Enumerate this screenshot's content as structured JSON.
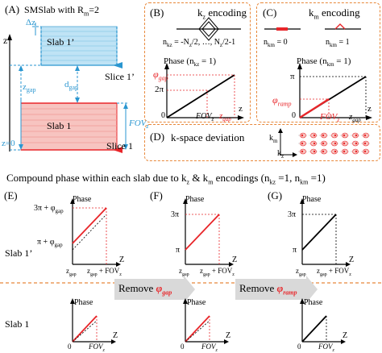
{
  "panels": {
    "A": {
      "label": "(A)",
      "title": "SMSlab with R",
      "title_sub": "m",
      "title_tail": "=2",
      "slab_top": "Slab 1’",
      "slab_bottom": "Slab 1",
      "slice_top": "Slice 1’",
      "slice_bottom": "Slice 1",
      "z_axis": "z",
      "z0": "z=0",
      "dz": "Δz",
      "zgap": "z",
      "zgap_sub": "gap",
      "dgap": "d",
      "dgap_sub": "gap",
      "fov": "FOV",
      "fov_sub": "z"
    },
    "B": {
      "label": "(B)",
      "title": "k",
      "title_sub": "z",
      "title_tail": " encoding",
      "nkz_text": "n",
      "nkz_sub": "kz",
      "nkz_tail": " = -N",
      "nkz_tail2": "/2, …, N",
      "nkz_tail3": "/2-1",
      "phase_label": "Phase (n",
      "phase_sub": "kz",
      "phase_tail": " = 1)",
      "phi_gap": "φ",
      "phi_gap_sub": "gap",
      "two_pi": "2π",
      "zero": "0",
      "fovz": "FOV",
      "fovz_sub": "z",
      "zgap": "z",
      "zgap_sub": "gap",
      "z_axis": "z"
    },
    "C": {
      "label": "(C)",
      "title": "k",
      "title_sub": "m",
      "title_tail": " encoding",
      "nkm0": "n",
      "nkm0_sub": "km",
      "nkm0_tail": " = 0",
      "nkm1": "n",
      "nkm1_sub": "km",
      "nkm1_tail": " = 1",
      "phase_label": "Phase (n",
      "phase_sub": "km",
      "phase_tail": " = 1)",
      "pi": "π",
      "phi_ramp": "φ",
      "phi_ramp_sub": "ramp",
      "zero": "0",
      "fovz": "FOV",
      "fovz_sub": "z",
      "zgap": "z",
      "zgap_sub": "gap",
      "z_axis": "z"
    },
    "D": {
      "label": "(D)",
      "title": "k-space deviation",
      "km": "k",
      "km_sub": "m",
      "kz": "k",
      "kz_sub": "z"
    }
  },
  "compound_title": "Compound phase within each slab due to k",
  "compound_sub1": "z",
  "compound_mid": " & k",
  "compound_sub2": "m",
  "compound_tail": " encodings (n",
  "compound_sub3": "kz",
  "compound_tail2": " =1, n",
  "compound_sub4": "km",
  "compound_tail3": " =1)",
  "row_labels": {
    "slab_top": "Slab 1’",
    "slab_bottom": "Slab 1"
  },
  "bottom_panels": {
    "E": {
      "label": "(E)",
      "phase": "Phase",
      "y_hi": "3π + φ",
      "y_hi_sub": "gap",
      "y_lo": "π + φ",
      "y_lo_sub": "gap",
      "x1": "z",
      "x1_sub": "gap",
      "x2": "z",
      "x2_sub": "gap",
      "x2_tail": " + FOV",
      "x2_sub2": "z",
      "z": "Z",
      "zero": "0",
      "fov": "FOV",
      "fov_sub": "z"
    },
    "F": {
      "label": "(F)",
      "phase": "Phase",
      "y_hi": "3π",
      "y_lo": "π",
      "x1": "z",
      "x1_sub": "gap",
      "x2": "z",
      "x2_sub": "gap",
      "x2_tail": " + FOV",
      "x2_sub2": "z",
      "z": "Z",
      "zero": "0",
      "fov": "FOV",
      "fov_sub": "z"
    },
    "G": {
      "label": "(G)",
      "phase": "Phase",
      "y_hi": "3π",
      "y_lo": "π",
      "x1": "z",
      "x1_sub": "gap",
      "x2": "z",
      "x2_sub": "gap",
      "x2_tail": " + FOV",
      "x2_sub2": "z",
      "z": "Z",
      "zero": "0",
      "fov": "FOV",
      "fov_sub": "z"
    }
  },
  "remove1_text": "Remove ",
  "remove1_sym": "φ",
  "remove1_sub": "gap",
  "remove2_text": "Remove ",
  "remove2_sym": "φ",
  "remove2_sub": "ramp",
  "colors": {
    "accent_red": "#e8262a",
    "slab_blue": "#bfe3f5",
    "slab_red": "#f7c4c0",
    "orange_dash": "#e8883a",
    "arrow_gray": "#d9d9d9"
  }
}
